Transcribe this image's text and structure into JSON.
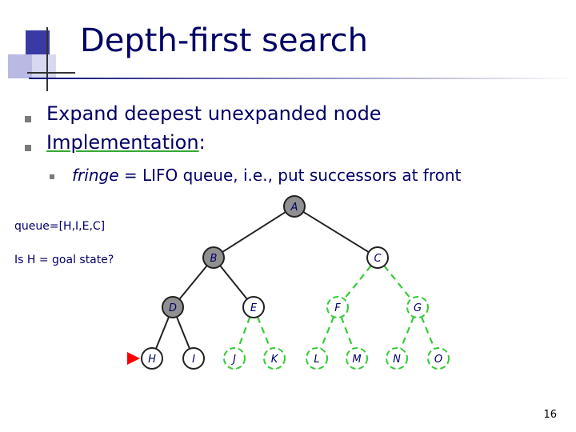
{
  "slide": {
    "title": "Depth-first search",
    "bullets": [
      {
        "text": "Expand deepest unexpanded node"
      },
      {
        "prefix": "Implementation",
        "suffix": ":"
      }
    ],
    "sub_bullet": {
      "italic": "fringe",
      "text": " = LIFO queue, i.e., put successors at front"
    },
    "queue_text": "queue=[H,I,E,C]",
    "goal_text": "Is H = goal state?",
    "page_number": "16"
  },
  "tree": {
    "nodes": [
      {
        "id": "A",
        "label": "A",
        "state": "expanded"
      },
      {
        "id": "B",
        "label": "B",
        "state": "expanded"
      },
      {
        "id": "C",
        "label": "C",
        "state": "fringe"
      },
      {
        "id": "D",
        "label": "D",
        "state": "expanded"
      },
      {
        "id": "E",
        "label": "E",
        "state": "fringe"
      },
      {
        "id": "F",
        "label": "F",
        "state": "unexplored"
      },
      {
        "id": "G",
        "label": "G",
        "state": "unexplored"
      },
      {
        "id": "H",
        "label": "H",
        "state": "current"
      },
      {
        "id": "I",
        "label": "I",
        "state": "fringe"
      },
      {
        "id": "J",
        "label": "J",
        "state": "unexplored"
      },
      {
        "id": "K",
        "label": "K",
        "state": "unexplored"
      },
      {
        "id": "L",
        "label": "L",
        "state": "unexplored"
      },
      {
        "id": "M",
        "label": "M",
        "state": "unexplored"
      },
      {
        "id": "N",
        "label": "N",
        "state": "unexplored"
      },
      {
        "id": "O",
        "label": "O",
        "state": "unexplored"
      }
    ],
    "edges": [
      [
        "A",
        "B"
      ],
      [
        "A",
        "C"
      ],
      [
        "B",
        "D"
      ],
      [
        "B",
        "E"
      ],
      [
        "C",
        "F"
      ],
      [
        "C",
        "G"
      ],
      [
        "D",
        "H"
      ],
      [
        "D",
        "I"
      ],
      [
        "E",
        "J"
      ],
      [
        "E",
        "K"
      ],
      [
        "F",
        "L"
      ],
      [
        "F",
        "M"
      ],
      [
        "G",
        "N"
      ],
      [
        "G",
        "O"
      ]
    ],
    "colors": {
      "expanded_fill": "#909090",
      "fringe_fill": "#ffffff",
      "solid_stroke": "#222222",
      "unexplored_stroke": "#33cc33",
      "pointer": "#ff0000",
      "text": "#000066"
    }
  }
}
